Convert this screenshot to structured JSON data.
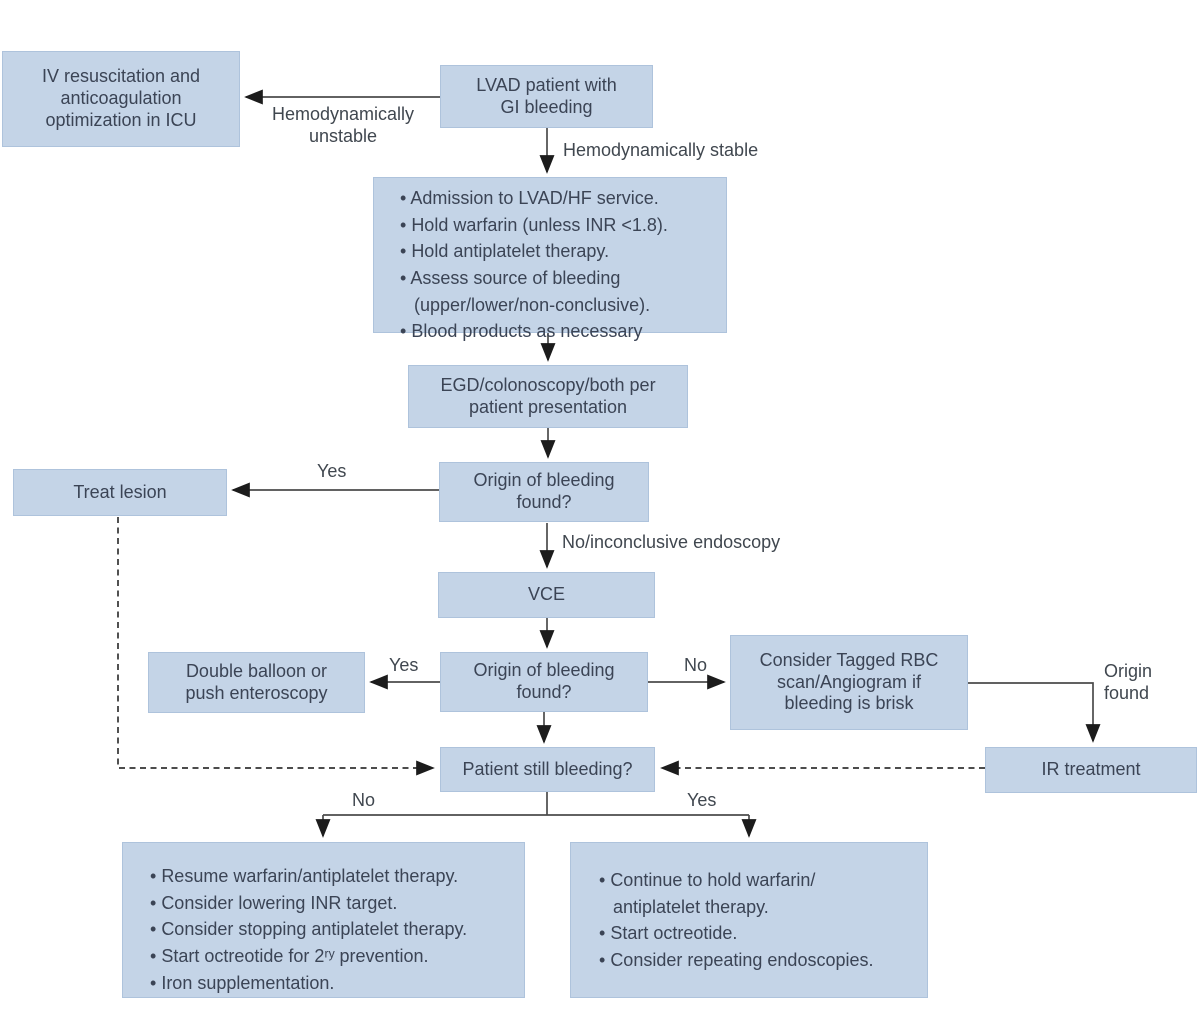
{
  "diagram": {
    "nodes": {
      "iv": "IV resuscitation and\nanticoagulation\noptimization in ICU",
      "lvad": "LVAD patient with\nGI bleeding",
      "admission_items": [
        "Admission to LVAD/HF service.",
        "Hold warfarin (unless INR <1.8).",
        "Hold antiplatelet therapy.",
        "Assess source of bleeding\n(upper/lower/non-conclusive).",
        "Blood products as necessary"
      ],
      "egd": "EGD/colonoscopy/both per\npatient presentation",
      "origin1": "Origin of bleeding\nfound?",
      "treat": "Treat lesion",
      "vce": "VCE",
      "origin2": "Origin of bleeding\nfound?",
      "double_balloon": "Double balloon or\npush enteroscopy",
      "rbc": "Consider Tagged RBC\nscan/Angiogram if\nbleeding is brisk",
      "ir": "IR treatment",
      "patient": "Patient still bleeding?",
      "resume_items": [
        "Resume warfarin/antiplatelet therapy.",
        "Consider lowering INR target.",
        "Consider stopping antiplatelet therapy.",
        "Start octreotide for 2ʳʸ prevention.",
        "Iron supplementation."
      ],
      "continue_items": [
        "Continue to hold warfarin/\nantiplatelet therapy.",
        "Start octreotide.",
        "Consider repeating endoscopies."
      ]
    },
    "edge_labels": {
      "hemodynamically_unstable": "Hemodynamically\nunstable",
      "hemodynamically_stable": "Hemodynamically stable",
      "yes_origin1": "Yes",
      "no_inconclusive": "No/inconclusive endoscopy",
      "yes_origin2": "Yes",
      "no_origin2": "No",
      "origin_found": "Origin\nfound",
      "no_patient": "No",
      "yes_patient": "Yes"
    },
    "colors": {
      "box_fill": "#c4d4e7",
      "box_border": "#aec3dc",
      "text": "#3b4455",
      "line": "#4b4b4b",
      "arrowhead": "#1c1c1c"
    }
  }
}
